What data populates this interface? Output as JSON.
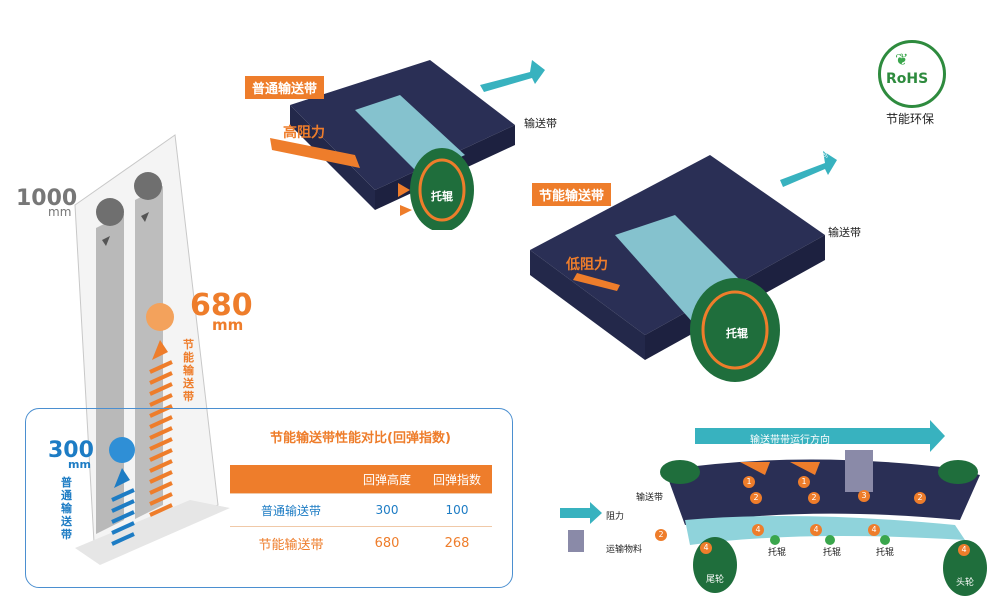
{
  "rebound": {
    "max_value": "1000",
    "max_unit": "mm",
    "energy_value": "680",
    "energy_unit": "mm",
    "energy_label": "节能输送带",
    "normal_value": "300",
    "normal_unit": "mm",
    "normal_label": "普通输送带"
  },
  "comparison": {
    "title": "节能输送带性能对比(回弹指数)",
    "columns": [
      "",
      "回弹高度",
      "回弹指数"
    ],
    "rows": [
      [
        "普通输送带",
        "300",
        "100"
      ],
      [
        "节能输送带",
        "680",
        "268"
      ]
    ]
  },
  "normal_belt": {
    "tag": "普通输送带",
    "resistance": "高阻力",
    "roller": "托辊",
    "belt_label": "输送带",
    "direction": "输送带运行方向"
  },
  "energy_belt": {
    "tag": "节能输送带",
    "resistance": "低阻力",
    "roller": "托辊",
    "belt_label": "输送带",
    "direction": "输送带运行方向"
  },
  "rohs": {
    "logo_text": "RoHS",
    "label": "节能环保"
  },
  "system": {
    "direction": "输送带带运行方向",
    "belt_label": "输送带",
    "legend_resistance": "阻力",
    "legend_material": "运输物料",
    "idler1": "托辊",
    "idler2": "托辊",
    "idler3": "托辊",
    "tail": "尾轮",
    "head": "头轮",
    "markers": [
      "1",
      "1",
      "2",
      "2",
      "2",
      "2",
      "3",
      "4",
      "4",
      "4",
      "4",
      "4"
    ]
  },
  "colors": {
    "orange": "#ee7d2b",
    "blue": "#1d7cc4",
    "teal": "#38b2bf",
    "navy": "#2a2f55",
    "green": "#1f6e3c"
  }
}
